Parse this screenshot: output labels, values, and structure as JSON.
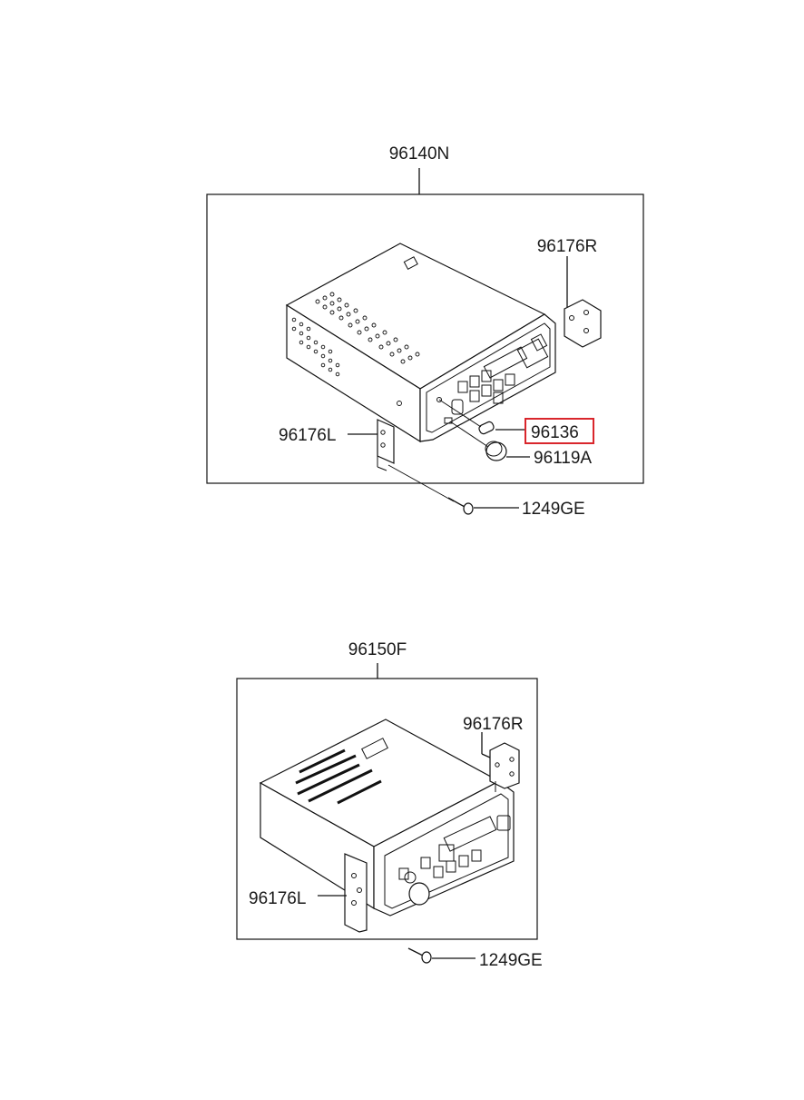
{
  "assemblies": [
    {
      "part_number": "96140N",
      "callouts": [
        {
          "label": "96176R",
          "highlighted": false
        },
        {
          "label": "96176L",
          "highlighted": false
        },
        {
          "label": "96136",
          "highlighted": true
        },
        {
          "label": "96119A",
          "highlighted": false
        },
        {
          "label": "1249GE",
          "highlighted": false
        }
      ]
    },
    {
      "part_number": "96150F",
      "callouts": [
        {
          "label": "96176R",
          "highlighted": false
        },
        {
          "label": "96176L",
          "highlighted": false
        },
        {
          "label": "1249GE",
          "highlighted": false
        }
      ]
    }
  ],
  "colors": {
    "line": "#111111",
    "highlight": "#d9262c",
    "background": "#ffffff"
  }
}
